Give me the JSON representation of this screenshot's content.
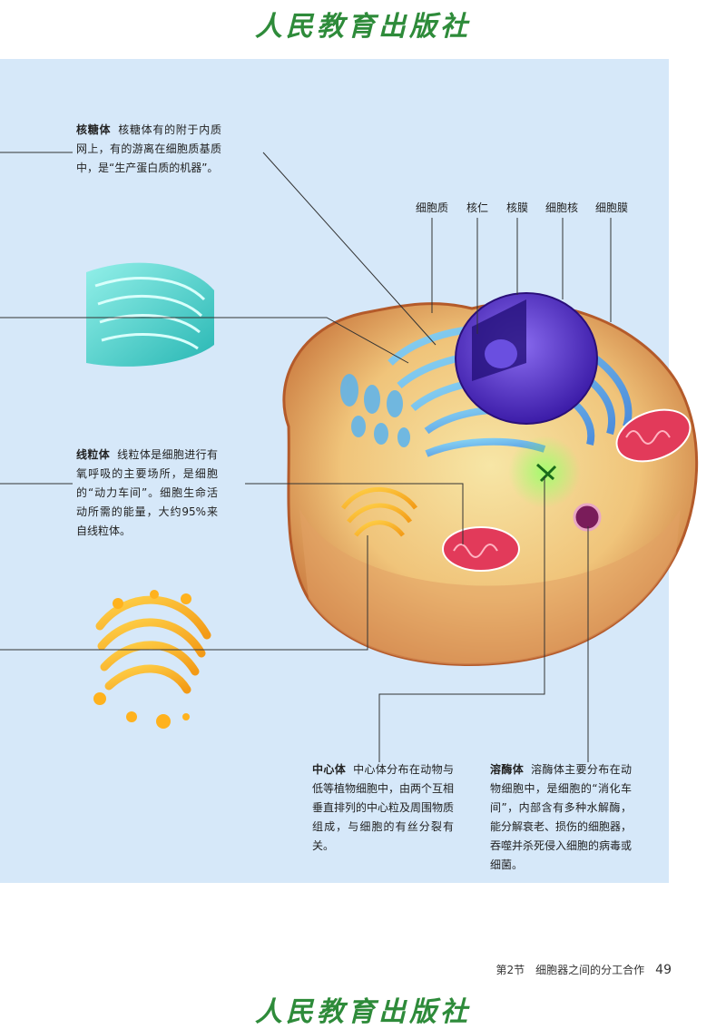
{
  "watermark": "人民教育出版社",
  "labels": {
    "cytoplasm": "细胞质",
    "nucleolus": "核仁",
    "nuclear_envelope": "核膜",
    "nucleus": "细胞核",
    "cell_membrane": "细胞膜"
  },
  "ribosome": {
    "term": "核糖体",
    "text": "核糖体有的附于内质网上，有的游离在细胞质基质中，是“生产蛋白质的机器”。"
  },
  "mitochondria": {
    "term": "线粒体",
    "text": "线粒体是细胞进行有氧呼吸的主要场所，是细胞的“动力车间”。细胞生命活动所需的能量，大约95%来自线粒体。"
  },
  "centrosome": {
    "term": "中心体",
    "text": "中心体分布在动物与低等植物细胞中，由两个互相垂直排列的中心粒及周围物质组成，与细胞的有丝分裂有关。"
  },
  "lysosome": {
    "term": "溶酶体",
    "text": "溶酶体主要分布在动物细胞中，是细胞的“消化车间”，内部含有多种水解酶，能分解衰老、损伤的细胞器，吞噬并杀死侵入细胞的病毒或细菌。"
  },
  "footer": {
    "section": "第2节　细胞器之间的分工合作",
    "page": "49"
  }
}
